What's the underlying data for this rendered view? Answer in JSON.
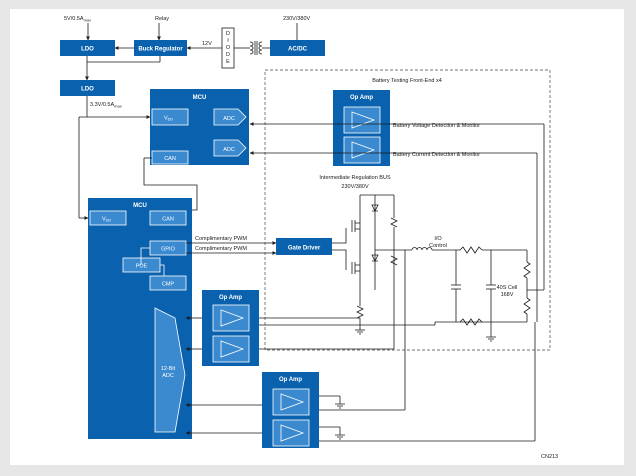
{
  "supply": {
    "ldo_top_out": "5V/0.5A",
    "ldo_top_out_sub": "max",
    "relay": "Relay",
    "mains": "230V/380V",
    "ldo": "LDO",
    "buck": "Buck Regulator",
    "v12": "12V",
    "diode": [
      "D",
      "I",
      "O",
      "D",
      "E"
    ],
    "acdc": "AC/DC",
    "ldo2_out": "3.3V/0.5A",
    "ldo2_out_sub": "max"
  },
  "frontend": {
    "title": "Battery Testing Front-End x4",
    "opamp": "Op Amp",
    "voltage_monitor": "Battery Voltage Detection & Monitor",
    "current_monitor": "Battery Current Detection & Monitor",
    "bus_line1": "Intermediate Regulation BUS",
    "bus_line2": "230V/380V",
    "io_line1": "I/O",
    "io_line2": "Control",
    "cell_line1": "40S Cell",
    "cell_line2": "168V",
    "gate_driver": "Gate Driver",
    "pwm1": "Complimentary PWM",
    "pwm2": "Complimentary PWM"
  },
  "mcu1": {
    "title": "MCU",
    "vdd": "V",
    "vdd_sub": "DD",
    "adc": "ADC",
    "can": "CAN"
  },
  "mcu2": {
    "title": "MCU",
    "vdd": "V",
    "vdd_sub": "DD",
    "can": "CAN",
    "gpio": "GPIO",
    "poe": "POE",
    "cmp": "CMP",
    "adc_line1": "12-Bit",
    "adc_line2": "ADC"
  },
  "opamp_mid": "Op Amp",
  "opamp_bot": "Op Amp",
  "figure_id": "CN213",
  "colors": {
    "block": "#0a62ae",
    "inner": "#3b8ad0",
    "frame": "#e6e6e6",
    "wire": "#1a1a1a"
  }
}
